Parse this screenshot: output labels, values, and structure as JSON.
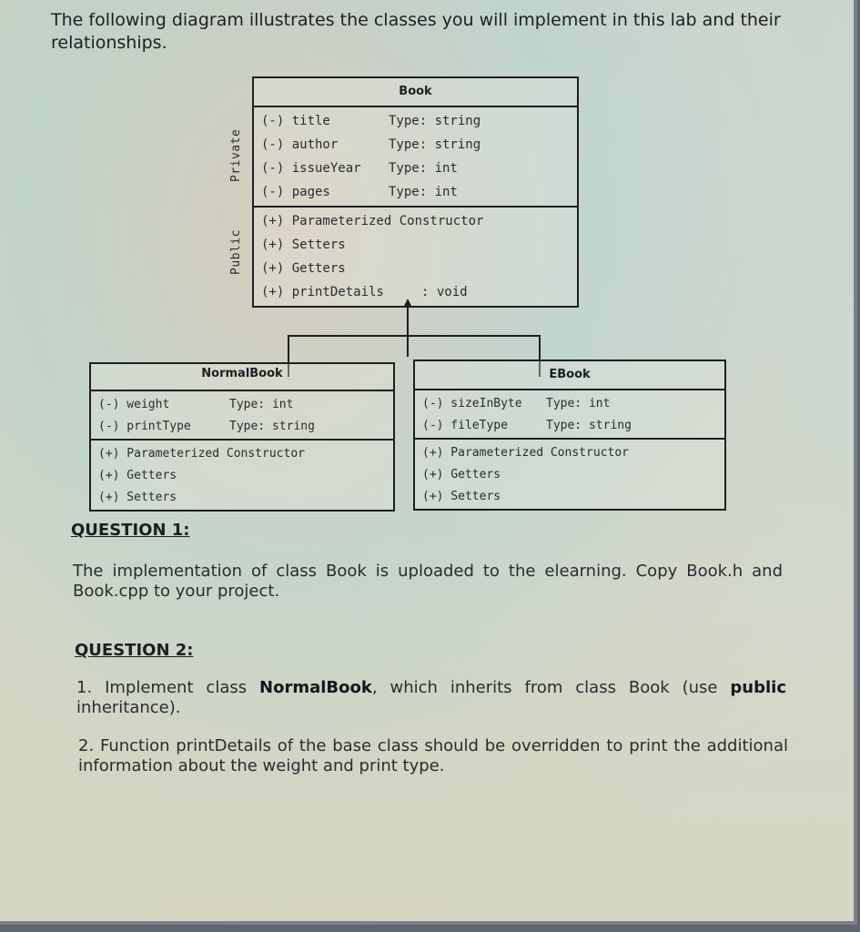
{
  "intro": "The following diagram illustrates the classes you will implement in this lab and their relationships.",
  "diagram": {
    "labels": {
      "private": "Private",
      "public": "Public"
    },
    "book": {
      "name": "Book",
      "attributes": [
        {
          "name": "(-) title",
          "type": "Type: string"
        },
        {
          "name": "(-) author",
          "type": "Type: string"
        },
        {
          "name": "(-) issueYear",
          "type": "Type: int"
        },
        {
          "name": "(-) pages",
          "type": "Type: int"
        }
      ],
      "methods": [
        {
          "name": "(+) Parameterized Constructor",
          "type": ""
        },
        {
          "name": "(+) Setters",
          "type": ""
        },
        {
          "name": "(+) Getters",
          "type": ""
        },
        {
          "name": "(+) printDetails",
          "type": ": void"
        }
      ]
    },
    "normalbook": {
      "name": "NormalBook",
      "attributes": [
        {
          "name": "(-) weight",
          "type": "Type: int"
        },
        {
          "name": "(-) printType",
          "type": "Type: string"
        }
      ],
      "methods": [
        {
          "name": "(+) Parameterized Constructor"
        },
        {
          "name": "(+) Getters"
        },
        {
          "name": "(+) Setters"
        }
      ]
    },
    "ebook": {
      "name": "EBook",
      "attributes": [
        {
          "name": "(-) sizeInByte",
          "type": "Type: int"
        },
        {
          "name": "(-) fileType",
          "type": "Type: string"
        }
      ],
      "methods": [
        {
          "name": "(+) Parameterized Constructor"
        },
        {
          "name": "(+) Getters"
        },
        {
          "name": "(+) Setters"
        }
      ]
    }
  },
  "question1": {
    "heading": "QUESTION 1:",
    "text": "The implementation of class Book is uploaded to the elearning. Copy Book.h and Book.cpp to your project."
  },
  "question2": {
    "heading": "QUESTION 2:",
    "item1": {
      "prefix": "1. Implement class ",
      "bold1": "NormalBook",
      "middle": ", which inherits from class Book (use ",
      "bold2": "public",
      "suffix": " inheritance)."
    },
    "item2": "2. Function printDetails of the base class should be overridden to print the additional information about the weight and print type."
  }
}
